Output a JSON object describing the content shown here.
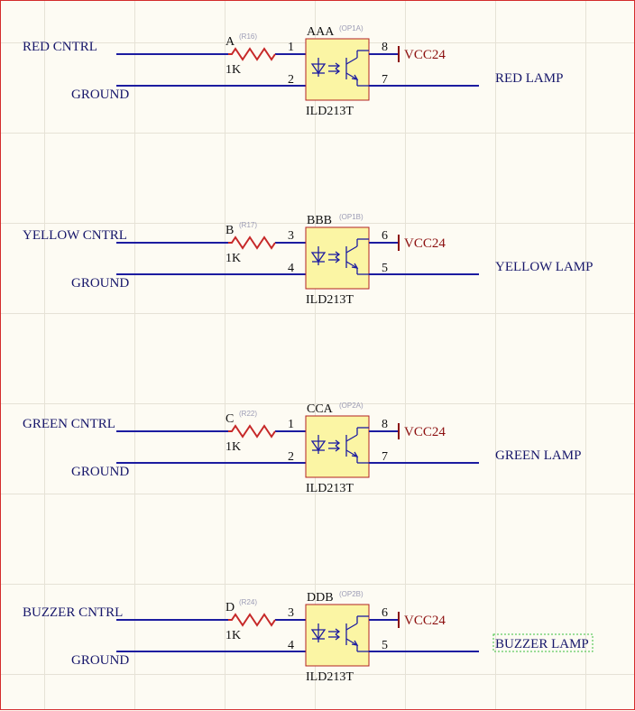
{
  "channels": [
    {
      "control_net": "RED CNTRL",
      "ground_net": "GROUND",
      "resistor": {
        "designator": "A",
        "comment": "(R16)",
        "value": "1K"
      },
      "optocoupler": {
        "designator": "AAA",
        "comment": "(OP1A)",
        "part": "ILD213T"
      },
      "pins": {
        "anode": "1",
        "cathode": "2",
        "collector": "8",
        "emitter": "7"
      },
      "power_net": "VCC24",
      "output_net": "RED LAMP"
    },
    {
      "control_net": "YELLOW CNTRL",
      "ground_net": "GROUND",
      "resistor": {
        "designator": "B",
        "comment": "(R17)",
        "value": "1K"
      },
      "optocoupler": {
        "designator": "BBB",
        "comment": "(OP1B)",
        "part": "ILD213T"
      },
      "pins": {
        "anode": "3",
        "cathode": "4",
        "collector": "6",
        "emitter": "5"
      },
      "power_net": "VCC24",
      "output_net": "YELLOW LAMP"
    },
    {
      "control_net": "GREEN CNTRL",
      "ground_net": "GROUND",
      "resistor": {
        "designator": "C",
        "comment": "(R22)",
        "value": "1K"
      },
      "optocoupler": {
        "designator": "CCA",
        "comment": "(OP2A)",
        "part": "ILD213T"
      },
      "pins": {
        "anode": "1",
        "cathode": "2",
        "collector": "8",
        "emitter": "7"
      },
      "power_net": "VCC24",
      "output_net": "GREEN LAMP"
    },
    {
      "control_net": "BUZZER CNTRL",
      "ground_net": "GROUND",
      "resistor": {
        "designator": "D",
        "comment": "(R24)",
        "value": "1K"
      },
      "optocoupler": {
        "designator": "DDB",
        "comment": "(OP2B)",
        "part": "ILD213T"
      },
      "pins": {
        "anode": "3",
        "cathode": "4",
        "collector": "6",
        "emitter": "5"
      },
      "power_net": "VCC24",
      "output_net": "BUZZER LAMP",
      "output_selected": true
    }
  ],
  "colors": {
    "wire": "#1c1ca0",
    "net_label": "#16166a",
    "power_label": "#8b0d0d",
    "resistor": "#c62828",
    "component_body": "#fbf5a4",
    "component_border": "#b22222",
    "selection": "#3cbf3c",
    "sheet_border": "#d42c2c"
  }
}
